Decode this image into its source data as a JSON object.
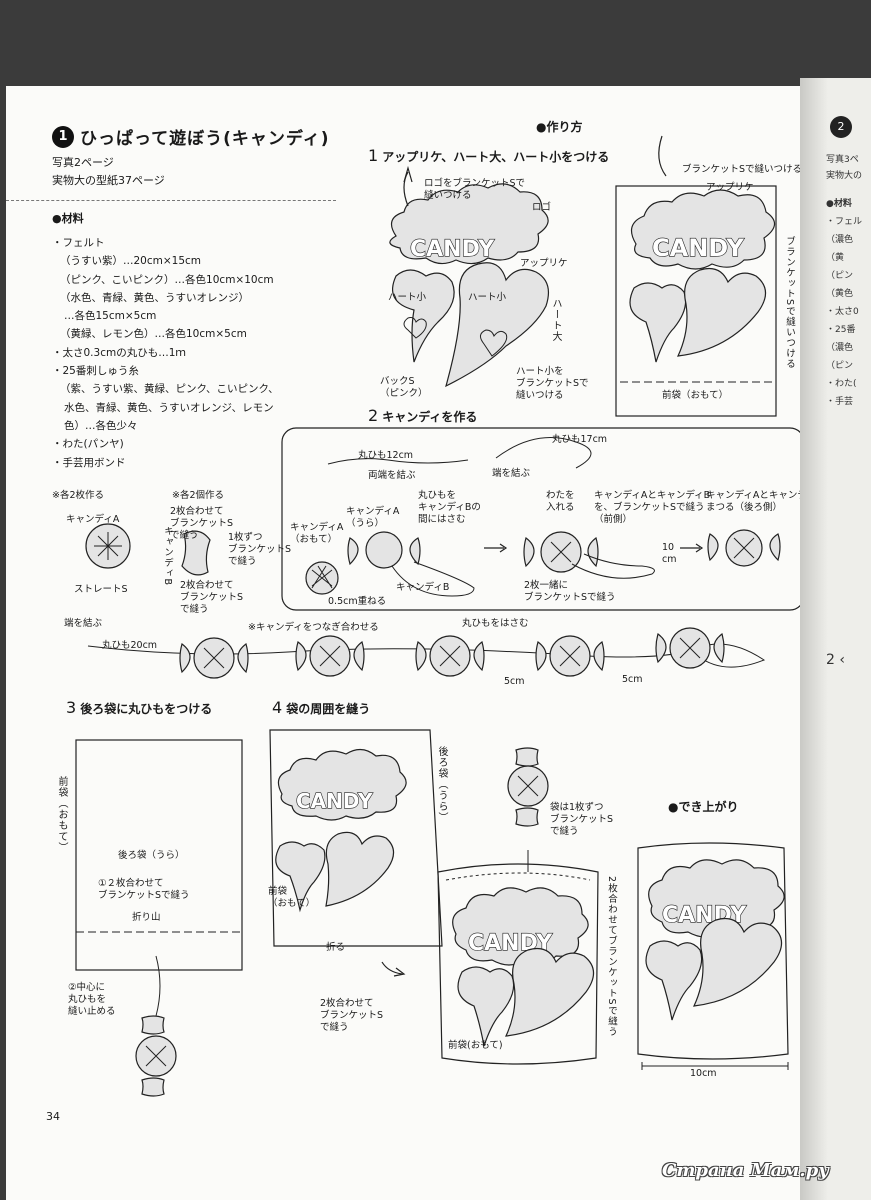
{
  "header": {
    "badge": "1",
    "title": "ひっぱって遊ぼう(キャンディ)",
    "photo_ref": "写真2ページ",
    "pattern_ref": "実物大の型紙37ページ"
  },
  "materials": {
    "heading": "●材料",
    "lines": [
      "・フェルト",
      "（うすい紫）…20cm×15cm",
      "（ピンク、こいピンク）…各色10cm×10cm",
      "（水色、青緑、黄色、うすいオレンジ）",
      "…各色15cm×5cm",
      "（黄緑、レモン色）…各色10cm×5cm",
      "・太さ0.3cmの丸ひも…1ｍ",
      "・25番刺しゅう糸",
      "（紫、うすい紫、黄緑、ピンク、こいピンク、",
      "水色、青緑、黄色、うすいオレンジ、レモン",
      "色）…各色少々",
      "・わた(パンヤ)",
      "・手芸用ボンド"
    ]
  },
  "how_to": {
    "heading": "●作り方",
    "step1": {
      "num": "1",
      "label": "アップリケ、ハート大、ハート小をつける"
    },
    "step2": {
      "num": "2",
      "label": "キャンディを作る"
    },
    "step3": {
      "num": "3",
      "label": "後ろ袋に丸ひもをつける"
    },
    "step4": {
      "num": "4",
      "label": "袋の周囲を縫う"
    },
    "finished": "●でき上がり"
  },
  "labels": {
    "logo_blanket": "ロゴをブランケットSで\n縫いつける",
    "logo": "ロゴ",
    "applique": "アップリケ",
    "heart_small_1": "ハート小",
    "heart_small_2": "ハート小",
    "heart_large": "ハート大",
    "back_s": "バックS\n（ピンク）",
    "heart_small_blanket": "ハート小を\nブランケットSで\n縫いつける",
    "blanket_sew": "ブランケットSで縫いつける",
    "applique2": "アップリケ",
    "blanket_vert": "ブランケットSで縫いつける",
    "front_bag": "前袋（おもて）",
    "candy_word": "CANDY",
    "round_cord_12": "丸ひも12cm",
    "tie_both": "両端を結ぶ",
    "round_cord_17": "丸ひも17cm",
    "tie_end": "端を結ぶ",
    "candy_a_back": "キャンディA\n（うら）",
    "cord_between": "丸ひもを\nキャンディBの\n間にはさむ",
    "candy_a_front": "キャンディA\n（おもて）",
    "candy_b": "キャンディB",
    "overlap": "0.5cm重ねる",
    "stuff": "わたを\n入れる",
    "ab_blanket": "キャンディAとキャンディB\nを、ブランケットSで縫う\n（前側）",
    "ab_around": "キャンディAとキャンディBを\nまつる（後ろ側）",
    "ten_cm": "10\ncm",
    "two_together": "2枚一緒に\nブランケットSで縫う",
    "make2_each": "※各2枚作る",
    "candy_a": "キャンディA",
    "straight_s": "ストレートS",
    "make2_each_b": "※各2個作る",
    "two_blanket": "2枚合わせて\nブランケットS\nで縫う",
    "one_each": "1枚ずつ\nブランケットS\nで縫う",
    "candy_b_vert": "キャンディB",
    "two_blanket_b": "2枚合わせて\nブランケットS\nで縫う",
    "tie_end2": "端を結ぶ",
    "cord_20": "丸ひも20cm",
    "connect_candies": "※キャンディをつなぎ合わせる",
    "sandwich_cord": "丸ひもをはさむ",
    "five_cm_1": "5cm",
    "five_cm_2": "5cm",
    "front_bag_vert": "前袋（おもて）",
    "back_bag_ura": "後ろ袋（うら）",
    "s3_note1": "①２枚合わせて\nブランケットSで縫う",
    "fold_line": "折り山",
    "s3_note2": "②中心に\n丸ひもを\n縫い止める",
    "back_bag_vert": "後ろ袋（うら）",
    "front_bag_s4": "前袋\n（おもて）",
    "fold": "折る",
    "bag_one_each": "袋は1枚ずつ\nブランケットS\nで縫う",
    "two_blanket_s4": "2枚合わせて\nブランケットS\nで縫う",
    "front_bag_s4b": "前袋(おもて)",
    "two_blanket_vert": "2枚合わせてブランケットSで縫う",
    "ten_cm_final": "10cm"
  },
  "page_number": "34",
  "watermark": "Страна Мам.ру",
  "next_page": {
    "badge": "2",
    "lines": [
      "写真3ペ",
      "実物大の",
      "●材料",
      "・フェル",
      "（濃色",
      "（黄",
      "（ピン",
      "（黄色",
      "・太さ0",
      "・25番",
      "（濃色",
      "（ピン",
      "・わた(",
      "・手芸"
    ],
    "step": "2 ‹"
  }
}
